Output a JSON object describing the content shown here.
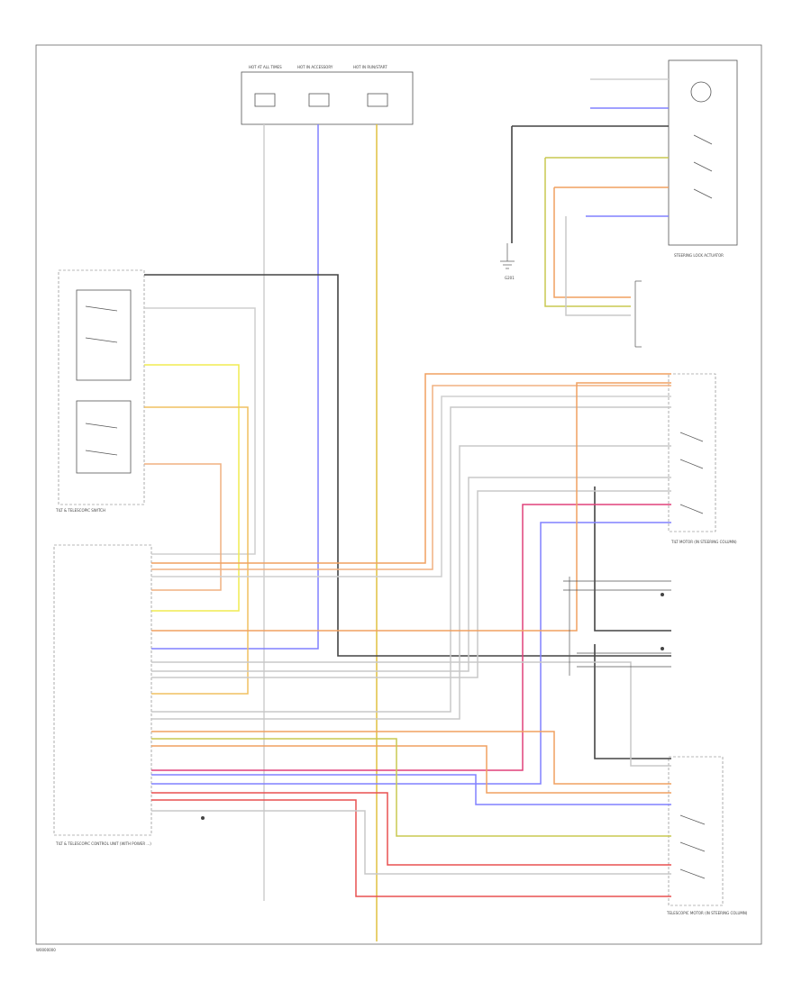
{
  "diagram": {
    "page_code": "W0000000",
    "top_fuses": [
      "HOT AT ALL TIMES",
      "HOT IN ACCESSORY",
      "HOT IN RUN/START"
    ],
    "left_module_caption": "TILT & TELESCOPIC SWITCH",
    "main_module_caption": "TILT & TELESCOPIC CONTROL UNIT (WITH POWER ...)",
    "right_top_caption": "STEERING LOCK ACTUATOR",
    "right_mid_caption": "TILT MOTOR (IN STEERING COLUMN)",
    "right_bottom_caption": "TELESCOPIC MOTOR (IN STEERING COLUMN)",
    "ground_label": "G201",
    "colors": {
      "white": "#c8c8c8",
      "blue": "#8080ff",
      "yellow": "#e0c040",
      "orange": "#f0a060",
      "black": "#444444",
      "red": "#e85050",
      "pink": "#e0407a",
      "olive": "#b0b040",
      "green_yellow": "#c8c850"
    }
  }
}
